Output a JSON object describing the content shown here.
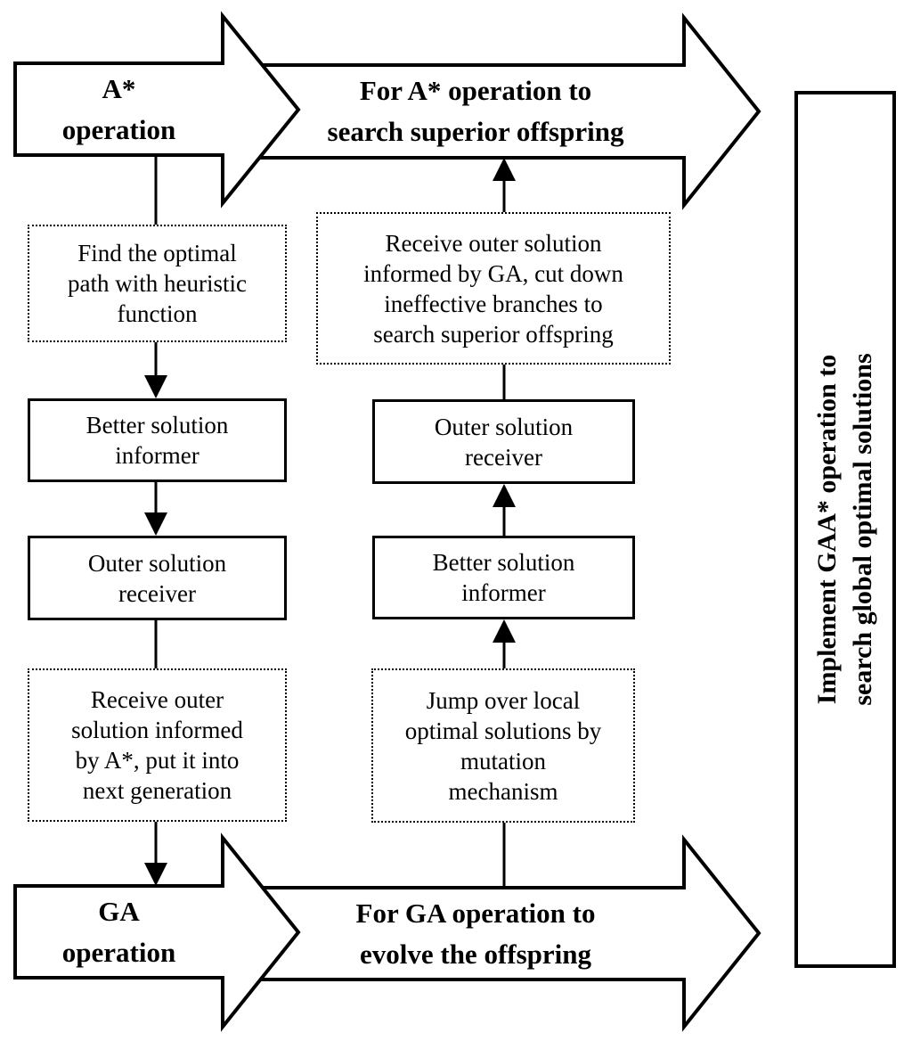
{
  "colors": {
    "ink": "#000000",
    "paper": "#ffffff"
  },
  "banners": {
    "a_star": {
      "tail_label": "A*\noperation",
      "body_label": "For A* operation to\nsearch superior offspring"
    },
    "ga": {
      "tail_label": "GA\noperation",
      "body_label": "For GA operation to\nevolve the offspring"
    }
  },
  "left_column": {
    "find_box": "Find the optimal\npath with heuristic\nfunction",
    "informer_box": "Better solution\ninformer",
    "receiver_box": "Outer solution\nreceiver",
    "receive_box": "Receive outer\nsolution informed\nby A*, put it into\nnext generation"
  },
  "right_column": {
    "receive_box": "Receive outer solution\ninformed by GA, cut down\nineffective branches to\nsearch superior offspring",
    "receiver_box": "Outer solution\nreceiver",
    "informer_box": "Better solution\ninformer",
    "jump_box": "Jump over local\noptimal solutions by\nmutation\nmechanism"
  },
  "side_panel": {
    "label": "Implement GAA* operation to\nsearch global optimal solutions"
  }
}
